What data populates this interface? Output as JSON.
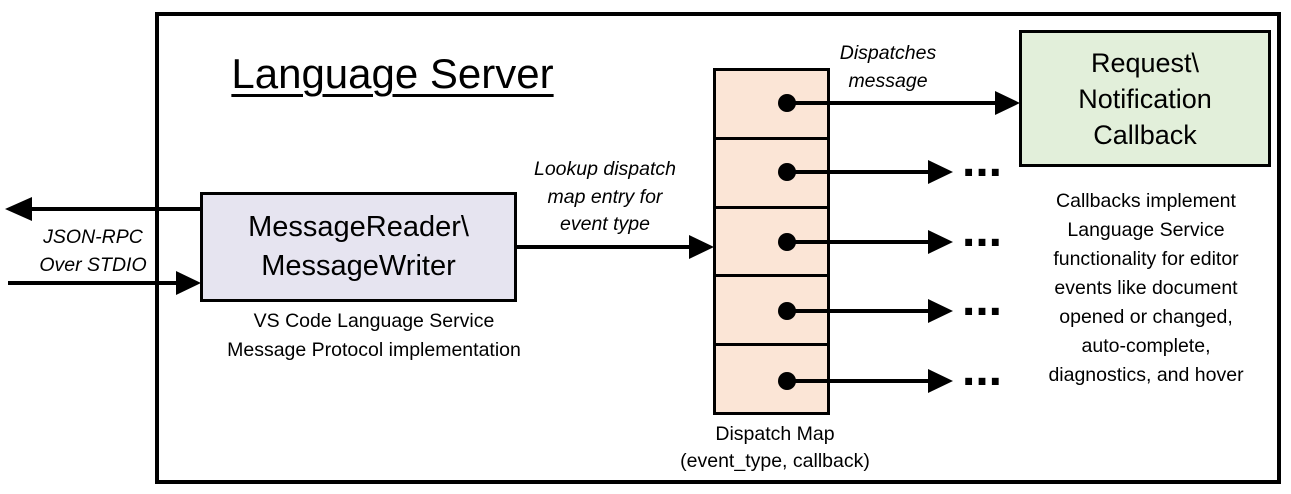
{
  "diagram": {
    "title": "Language Server",
    "stdio_label": "JSON-RPC\nOver STDIO",
    "message_box": {
      "label": "MessageReader\\\nMessageWriter",
      "note": "VS Code Language Service\nMessage Protocol implementation",
      "fill": "#E6E4F0"
    },
    "lookup_label": "Lookup dispatch\nmap entry for\nevent type",
    "dispatches_label": "Dispatches\nmessage",
    "dispatch_map": {
      "label": "Dispatch Map\n(event_type, callback)",
      "cell_count": 5,
      "fill": "#FBE5D6"
    },
    "callback_box": {
      "label": "Request\\\nNotification\nCallback",
      "note": "Callbacks implement\nLanguage Service\nfunctionality for editor\nevents like document\nopened or changed,\nauto-complete,\ndiagnostics, and hover",
      "fill": "#E2EFDA"
    },
    "ellipsis": "...",
    "colors": {
      "line": "#000000",
      "message_box_fill": "#E6E4F0",
      "dispatch_map_fill": "#FBE5D6",
      "callback_box_fill": "#E2EFDA"
    }
  }
}
